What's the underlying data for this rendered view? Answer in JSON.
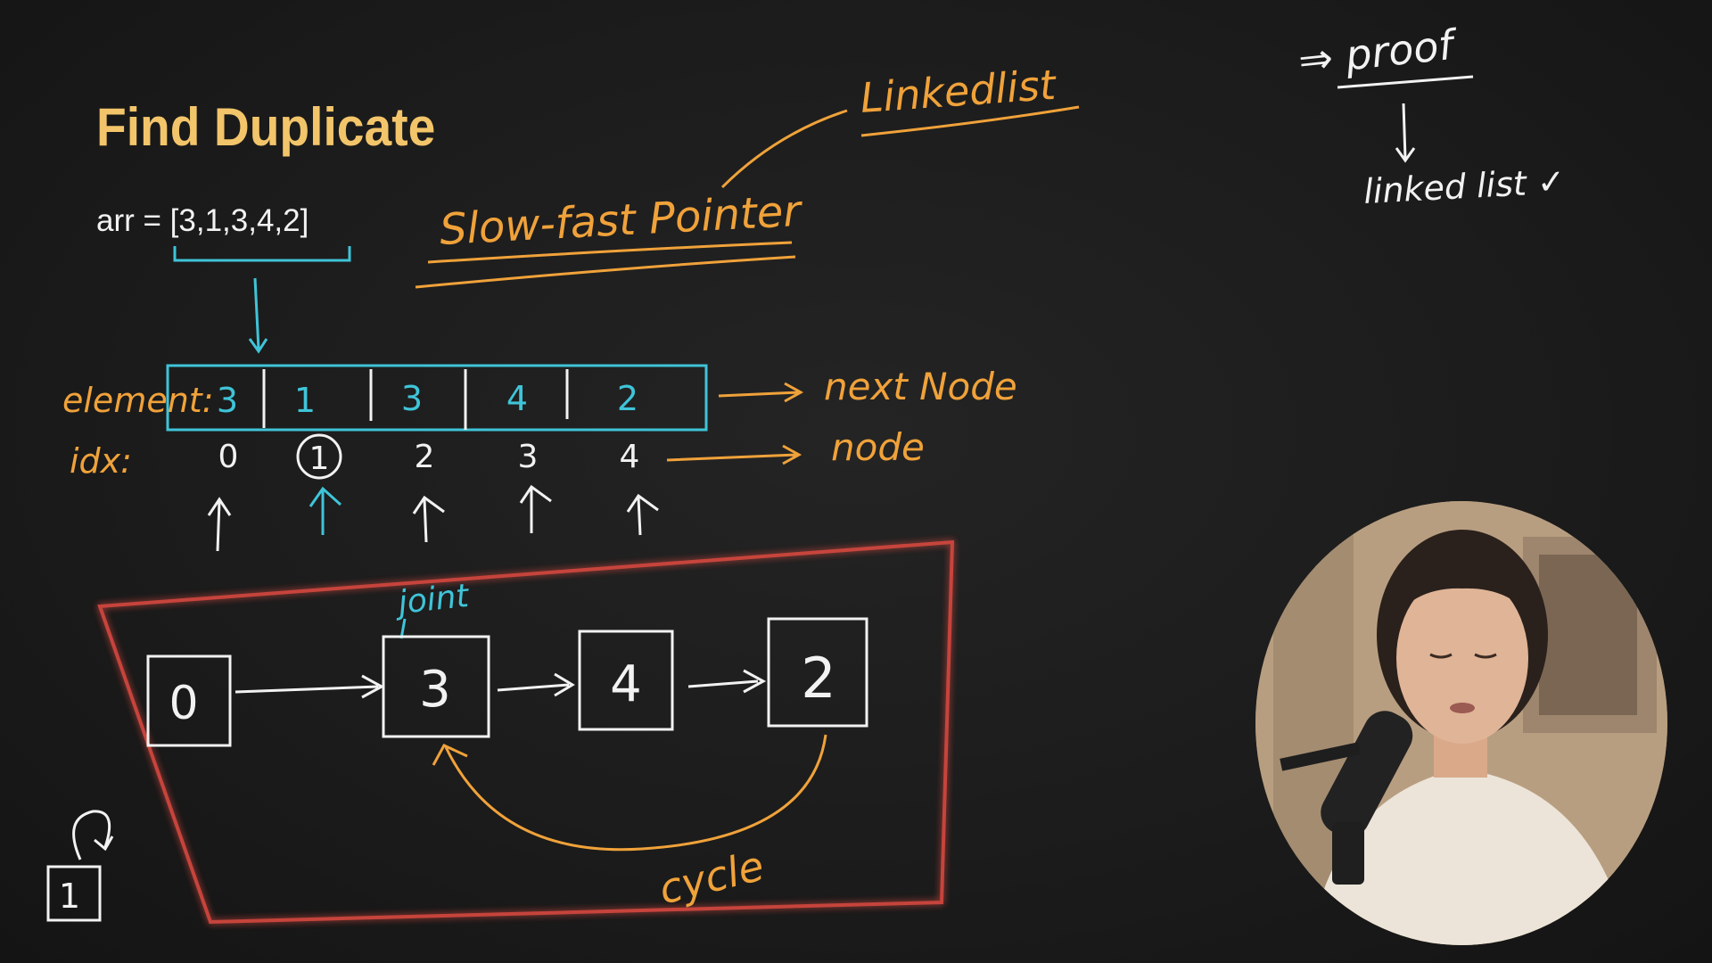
{
  "title": "Find Duplicate",
  "array_text": "arr = [3,1,3,4,2]",
  "notes": {
    "linked_list": "Linkedlist",
    "slow_fast": "Slow-fast Pointer",
    "proof": "⇒ proof",
    "linked_list_check": "linked list ✓",
    "element_label": "element:",
    "idx_label": "idx:",
    "next_node": "next Node",
    "node": "node",
    "joint": "joint",
    "cycle": "cycle"
  },
  "array_cells": [
    "3",
    "1",
    "3",
    "4",
    "2"
  ],
  "indices": [
    "0",
    "1",
    "2",
    "3",
    "4"
  ],
  "graph_nodes": [
    "0",
    "3",
    "4",
    "2"
  ],
  "self_loop_node": "1",
  "colors": {
    "title": "#f3c56a",
    "orange_ink": "#f0a23a",
    "cyan_ink": "#3fc4d8",
    "white_ink": "#f2f2f2",
    "red_box": "#d9483f"
  }
}
